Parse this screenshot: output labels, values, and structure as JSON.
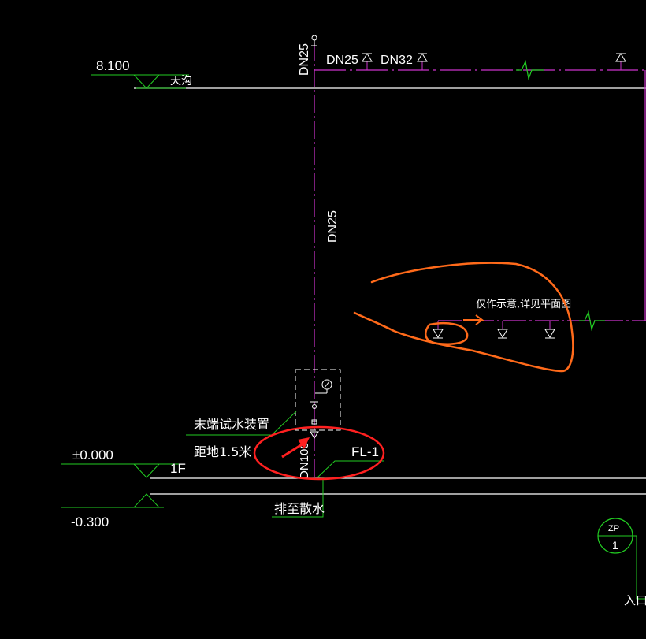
{
  "drawing": {
    "roof_elevation": "8.100",
    "roof_label": "天沟",
    "ground_elevation": "±0.000",
    "ground_floor": "1F",
    "outdoor_elevation": "-0.300",
    "pipe_dn25_vertical_top": "DN25",
    "pipe_dn25_horizontal": "DN25",
    "pipe_dn32": "DN32",
    "pipe_dn25_vertical_mid": "DN25",
    "pipe_dn100": "DN100",
    "note_schematic": "仅作示意,详见平面图",
    "end_test_device": "末端试水装置",
    "height_note": "距地1.5米",
    "riser_label": "FL-1",
    "drain_note": "排至散水",
    "circle_top": "ZP",
    "circle_bottom": "1",
    "inlet_label": "入口"
  },
  "colors": {
    "background": "#000000",
    "pipe": "#cc33cc",
    "floor_line": "#ffffff",
    "leader": "#22cc22",
    "annotation": "#ff6a1a",
    "arrow": "#ff2020"
  }
}
